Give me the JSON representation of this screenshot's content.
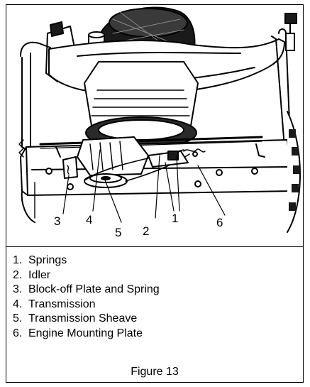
{
  "figure": {
    "callouts": [
      {
        "id": "c3",
        "text": "3"
      },
      {
        "id": "c4",
        "text": "4"
      },
      {
        "id": "c5",
        "text": "5"
      },
      {
        "id": "c2",
        "text": "2"
      },
      {
        "id": "c1",
        "text": "1"
      },
      {
        "id": "c6",
        "text": "6"
      }
    ],
    "legend": [
      {
        "num": "1.",
        "label": "Springs"
      },
      {
        "num": "2.",
        "label": "Idler"
      },
      {
        "num": "3.",
        "label": "Block-off Plate and Spring"
      },
      {
        "num": "4.",
        "label": "Transmission"
      },
      {
        "num": "5.",
        "label": "Transmission Sheave"
      },
      {
        "num": "6.",
        "label": "Engine Mounting Plate"
      }
    ],
    "caption": "Figure 13"
  },
  "icons": [
    "engine-mower-line-drawing"
  ]
}
